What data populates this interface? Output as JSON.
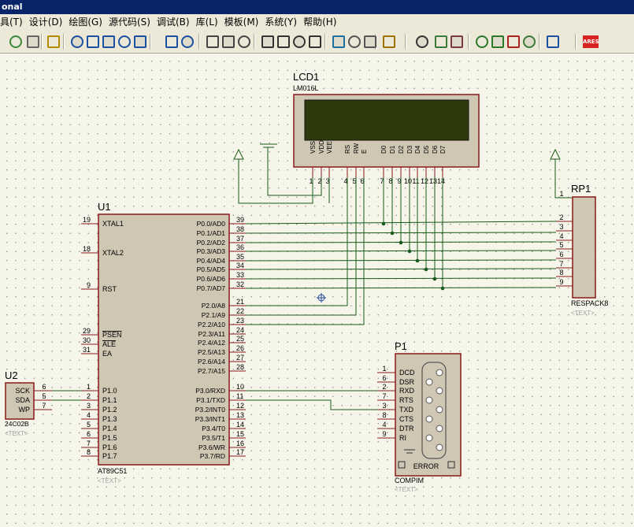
{
  "window": {
    "title": "onal"
  },
  "menu": [
    "具(T)",
    "设计(D)",
    "绘图(G)",
    "源代码(S)",
    "调试(B)",
    "库(L)",
    "模板(M)",
    "系统(Y)",
    "帮助(H)"
  ],
  "toolbar": {
    "icons": [
      "refresh-icon",
      "grid-icon",
      "origin-icon",
      "pan-icon",
      "zoom-in-icon",
      "zoom-out-icon",
      "zoom-all-icon",
      "zoom-area-icon",
      "undo-icon",
      "redo-icon",
      "cut-icon",
      "copy-icon",
      "paste-icon",
      "block-copy-icon",
      "block-move-icon",
      "block-rotate-icon",
      "block-delete-icon",
      "pick-device-icon",
      "make-device-icon",
      "decompose-icon",
      "wire-autoroute-icon",
      "search-icon",
      "property-assign-icon",
      "design-explorer-icon",
      "new-sheet-icon",
      "remove-sheet-icon",
      "goto-sheet-icon",
      "netlist-icon",
      "bill-of-materials-icon",
      "ares-icon"
    ],
    "ares_label": "ARES"
  },
  "colors": {
    "component_fill": "#cfc6b3",
    "component_border": "#8b1a1a",
    "wire": "#1a5a1a",
    "pin_text": "#000000",
    "placeholder_text": "#a0a0a0",
    "canvas": "#f5f5ea"
  },
  "schematic": {
    "placeholder": "<TEXT>",
    "lcd": {
      "ref": "LCD1",
      "part": "LM016L",
      "pins": [
        "VSS",
        "VDD",
        "VEE",
        "RS",
        "RW",
        "E",
        "D0",
        "D1",
        "D2",
        "D3",
        "D4",
        "D5",
        "D6",
        "D7"
      ],
      "pin_numbers": [
        "1",
        "2",
        "3",
        "4",
        "5",
        "6",
        "7",
        "8",
        "9",
        "10",
        "11",
        "12",
        "13",
        "14"
      ]
    },
    "mcu": {
      "ref": "U1",
      "part": "AT89C51",
      "left_pins": [
        {
          "num": "19",
          "name": "XTAL1"
        },
        {
          "num": "18",
          "name": "XTAL2"
        },
        {
          "num": "9",
          "name": "RST"
        },
        {
          "num": "29",
          "name": "PSEN"
        },
        {
          "num": "30",
          "name": "ALE"
        },
        {
          "num": "31",
          "name": "EA"
        },
        {
          "num": "1",
          "name": "P1.0"
        },
        {
          "num": "2",
          "name": "P1.1"
        },
        {
          "num": "3",
          "name": "P1.2"
        },
        {
          "num": "4",
          "name": "P1.3"
        },
        {
          "num": "5",
          "name": "P1.4"
        },
        {
          "num": "6",
          "name": "P1.5"
        },
        {
          "num": "7",
          "name": "P1.6"
        },
        {
          "num": "8",
          "name": "P1.7"
        }
      ],
      "right_pins": [
        {
          "num": "39",
          "name": "P0.0/AD0"
        },
        {
          "num": "38",
          "name": "P0.1/AD1"
        },
        {
          "num": "37",
          "name": "P0.2/AD2"
        },
        {
          "num": "36",
          "name": "P0.3/AD3"
        },
        {
          "num": "35",
          "name": "P0.4/AD4"
        },
        {
          "num": "34",
          "name": "P0.5/AD5"
        },
        {
          "num": "33",
          "name": "P0.6/AD6"
        },
        {
          "num": "32",
          "name": "P0.7/AD7"
        },
        {
          "num": "21",
          "name": "P2.0/A8"
        },
        {
          "num": "22",
          "name": "P2.1/A9"
        },
        {
          "num": "23",
          "name": "P2.2/A10"
        },
        {
          "num": "24",
          "name": "P2.3/A11"
        },
        {
          "num": "25",
          "name": "P2.4/A12"
        },
        {
          "num": "26",
          "name": "P2.5/A13"
        },
        {
          "num": "27",
          "name": "P2.6/A14"
        },
        {
          "num": "28",
          "name": "P2.7/A15"
        },
        {
          "num": "10",
          "name": "P3.0/RXD"
        },
        {
          "num": "11",
          "name": "P3.1/TXD"
        },
        {
          "num": "12",
          "name": "P3.2/INT0"
        },
        {
          "num": "13",
          "name": "P3.3/INT1"
        },
        {
          "num": "14",
          "name": "P3.4/T0"
        },
        {
          "num": "15",
          "name": "P3.5/T1"
        },
        {
          "num": "16",
          "name": "P3.6/WR"
        },
        {
          "num": "17",
          "name": "P3.7/RD"
        }
      ]
    },
    "respack": {
      "ref": "RP1",
      "part": "RESPACK8",
      "pin_numbers": [
        "1",
        "2",
        "3",
        "4",
        "5",
        "6",
        "7",
        "8",
        "9"
      ]
    },
    "eeprom": {
      "ref": "U2",
      "part": "24C02B",
      "pins": [
        {
          "num": "6",
          "name": "SCK"
        },
        {
          "num": "5",
          "name": "SDA"
        },
        {
          "num": "7",
          "name": "WP"
        }
      ]
    },
    "serial": {
      "ref": "P1",
      "part": "COMPIM",
      "error_label": "ERROR",
      "pins": [
        {
          "num": "1",
          "name": "DCD"
        },
        {
          "num": "6",
          "name": "DSR"
        },
        {
          "num": "2",
          "name": "RXD"
        },
        {
          "num": "7",
          "name": "RTS"
        },
        {
          "num": "3",
          "name": "TXD"
        },
        {
          "num": "8",
          "name": "CTS"
        },
        {
          "num": "4",
          "name": "DTR"
        },
        {
          "num": "9",
          "name": "RI"
        }
      ]
    }
  }
}
